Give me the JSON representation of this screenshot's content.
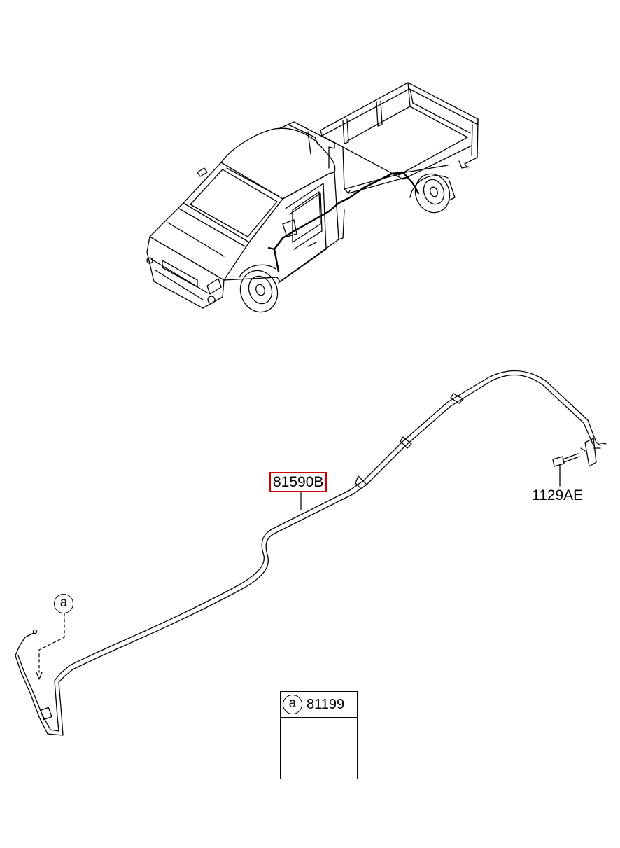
{
  "diagram": {
    "parts": {
      "wire_harness": {
        "number": "81590B",
        "highlighted": true
      },
      "bolt": {
        "number": "1129AE"
      },
      "clip": {
        "number": "81199"
      }
    },
    "callouts": {
      "a_marker": "a",
      "a_inset_marker": "a"
    },
    "highlight_color": "#d00000",
    "line_color": "#000000"
  }
}
